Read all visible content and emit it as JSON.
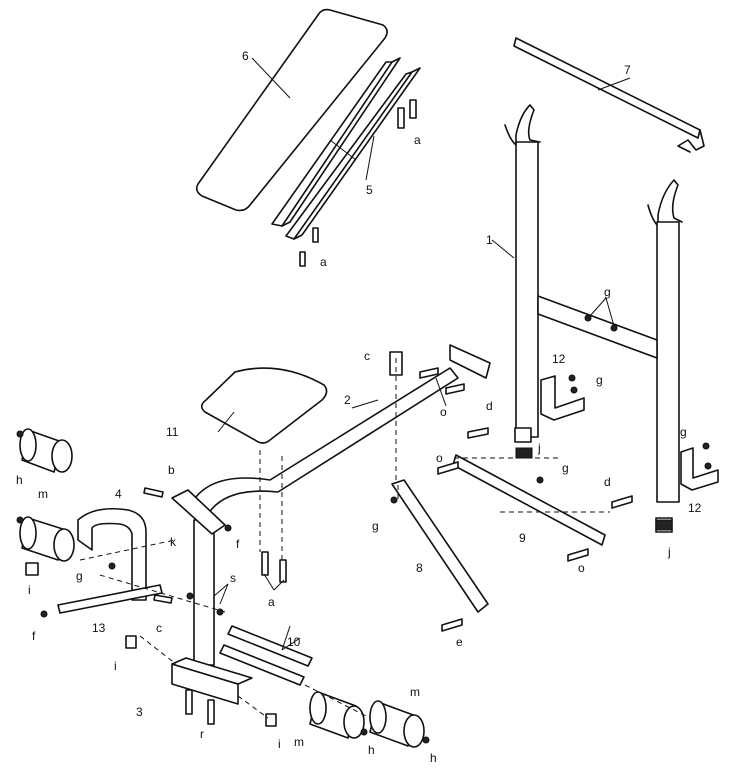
{
  "labels": {
    "p1": "1",
    "p2": "2",
    "p3": "3",
    "p4": "4",
    "p5": "5",
    "p6": "6",
    "p7": "7",
    "p8": "8",
    "p9": "9",
    "p10": "10",
    "p11": "11",
    "p12a": "12",
    "p12b": "12",
    "p13": "13",
    "a1": "a",
    "a2": "a",
    "a3": "a",
    "b": "b",
    "c1": "c",
    "c2": "c",
    "d1": "d",
    "d2": "d",
    "e": "e",
    "f1": "f",
    "f2": "f",
    "g1": "g",
    "g2": "g",
    "g3": "g",
    "g4": "g",
    "g5": "g",
    "g6": "g",
    "h1": "h",
    "h2": "h",
    "h3": "h",
    "i1": "i",
    "i2": "i",
    "i3": "i",
    "j1": "j",
    "j2": "j",
    "k": "k",
    "m1": "m",
    "m2": "m",
    "m3": "m",
    "o1": "o",
    "o2": "o",
    "o3": "o",
    "r": "r",
    "s": "s"
  }
}
